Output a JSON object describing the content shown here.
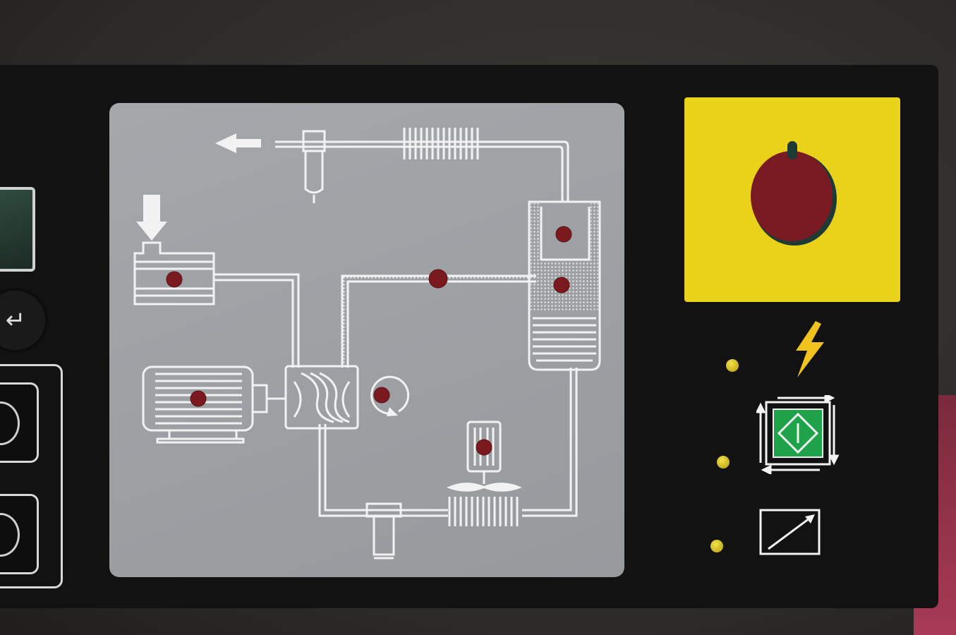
{
  "controller": {
    "enter_key_glyph": "↵",
    "colors": {
      "panel": "#121212",
      "diagram_bg": "#9ea2a5",
      "line": "#f2f2f2",
      "indicator_led": "#7a1a1e",
      "status_led": "#e8d52c",
      "estop_plate": "#ead11a",
      "estop_button": "#7a1a22",
      "start_button": "#1fa34a"
    },
    "icons": {
      "power": "lightning-icon",
      "start": "start-icon",
      "load": "load-icon",
      "outlet": "outlet-arrow-icon",
      "inlet": "inlet-arrow-icon"
    },
    "diagram": {
      "indicators": [
        "air-inlet-indicator",
        "motor-indicator",
        "rotation-indicator",
        "oil-line-indicator",
        "separator-upper-indicator",
        "separator-lower-indicator",
        "cooler-fan-indicator"
      ]
    },
    "status_leds": [
      "power-led",
      "running-led",
      "load-led"
    ]
  }
}
